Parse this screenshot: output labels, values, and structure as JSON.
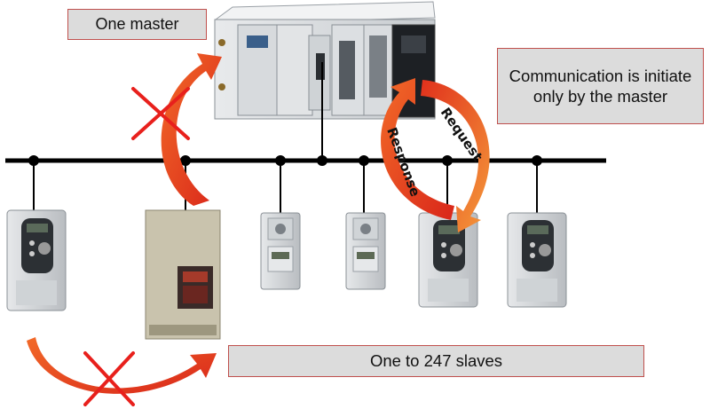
{
  "callouts": {
    "one_master": "One master",
    "communication": "Communication is initiate only by the master",
    "slaves": "One to 247 slaves"
  },
  "arrows": {
    "request": "Request",
    "response": "Response"
  },
  "colors": {
    "callout_fill": "#dcdcdc",
    "callout_border": "#c0504d",
    "bus_line": "#000000",
    "arrow_red": "#e8401c",
    "arrow_orange": "#f07a22",
    "cross_red": "#e8201c"
  },
  "devices": {
    "master": "plc-controller",
    "slaves": [
      "drive-slave-1",
      "drive-slave-2",
      "starter-slave-3",
      "starter-slave-4",
      "drive-slave-5",
      "drive-slave-6"
    ]
  }
}
